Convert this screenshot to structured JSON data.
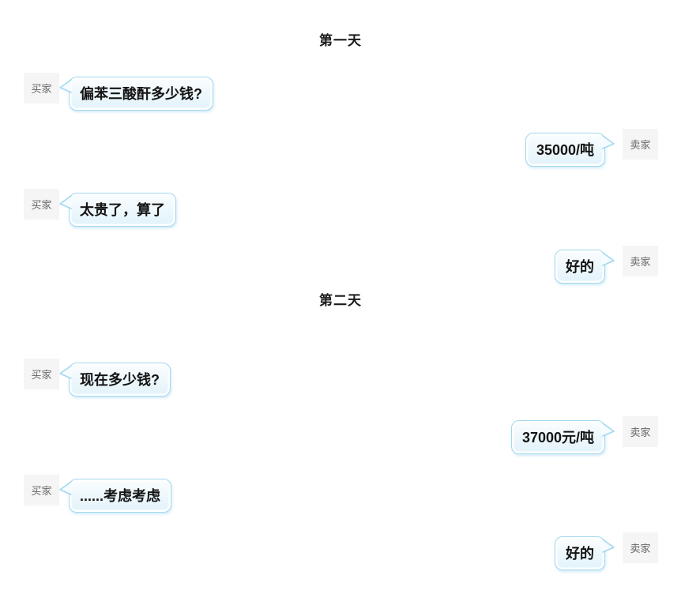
{
  "theme": {
    "bubble_border": "#a3d8ef",
    "bubble_fill_top": "#fbfdfe",
    "bubble_fill_bottom": "#e1f3fa",
    "tail_fill": "#f5fbfe",
    "label_bg": "#f5f5f5",
    "label_text": "#666666",
    "message_text": "#141414",
    "title_text": "#1a1a1a",
    "canvas_bg": "#ffffff"
  },
  "conversation": {
    "sections": [
      {
        "title": "第一天",
        "messages": [
          {
            "side": "left",
            "speaker": "买家",
            "text": "偏苯三酸酐多少钱?"
          },
          {
            "side": "right",
            "speaker": "卖家",
            "text": "35000/吨"
          },
          {
            "side": "left",
            "speaker": "买家",
            "text": "太贵了，算了"
          },
          {
            "side": "right",
            "speaker": "卖家",
            "text": "好的"
          }
        ]
      },
      {
        "title": "第二天",
        "messages": [
          {
            "side": "left",
            "speaker": "买家",
            "text": "现在多少钱?"
          },
          {
            "side": "right",
            "speaker": "卖家",
            "text": "37000元/吨"
          },
          {
            "side": "left",
            "speaker": "买家",
            "text": "......考虑考虑"
          },
          {
            "side": "right",
            "speaker": "卖家",
            "text": "好的"
          }
        ]
      }
    ]
  }
}
